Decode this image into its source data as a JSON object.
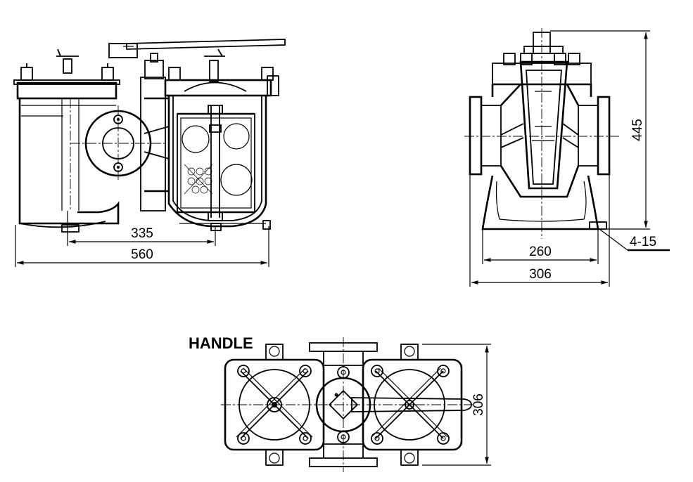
{
  "dimensions": {
    "front_center_spacing": "335",
    "front_overall_length": "560",
    "side_flange_span": "260",
    "side_overall_width": "306",
    "side_height": "445",
    "bolt_holes": "4-15",
    "top_width": "306"
  },
  "labels": {
    "handle": "HANDLE"
  }
}
